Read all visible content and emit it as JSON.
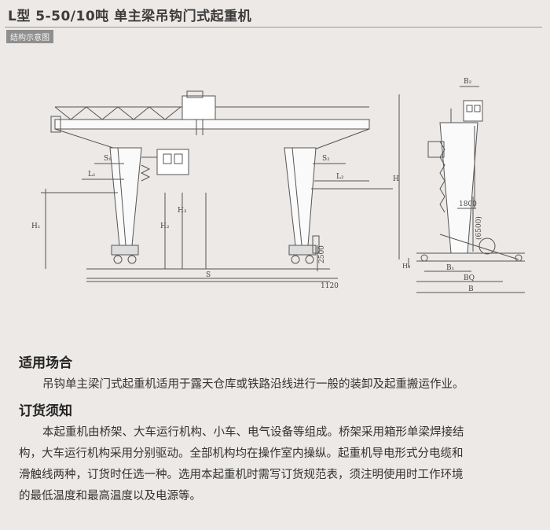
{
  "header": {
    "title": "L型 5-50/10吨 单主梁吊钩门式起重机",
    "tag": "结构示意图"
  },
  "drawing": {
    "front_labels": {
      "s1": "S₁",
      "l1": "L₁",
      "h1": "H₁",
      "h2": "H₂",
      "h3": "H₃",
      "l2": "L₂",
      "s2": "S₂",
      "s": "S",
      "dim_2500": "2500",
      "dim_1120": "1120"
    },
    "side_labels": {
      "b2": "B₂",
      "h": "H",
      "dim_1800": "1800",
      "dim_6500": "(6500)",
      "h4": "H₄",
      "b1": "B₁",
      "bq": "BQ",
      "b": "B"
    }
  },
  "sections": [
    {
      "heading": "适用场合",
      "lines": [
        "吊钩单主梁门式起重机适用于露天仓库或铁路沿线进行一般的装卸及起重搬运作业。"
      ]
    },
    {
      "heading": "订货须知",
      "lines": [
        "本起重机由桥架、大车运行机构、小车、电气设备等组成。桥架采用箱形单梁焊接结",
        "构，大车运行机构采用分别驱动。全部机构均在操作室内操纵。起重机导电形式分电缆和",
        "滑触线两种，订货时任选一种。选用本起重机时需写订货规范表，须注明使用时工作环境",
        "的最低温度和最高温度以及电源等。"
      ]
    }
  ]
}
